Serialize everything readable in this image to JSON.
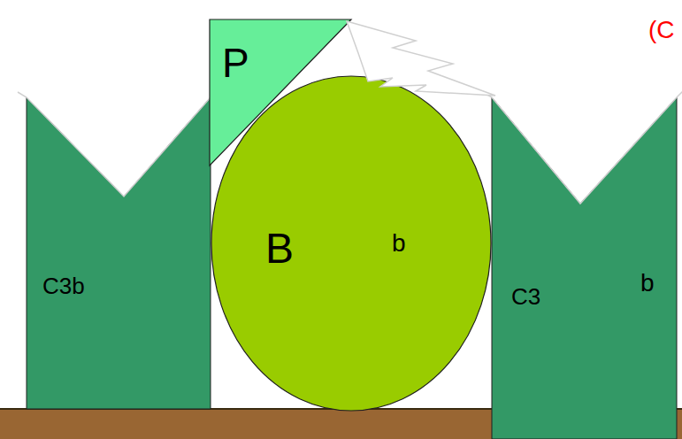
{
  "diagram": {
    "nodes": [
      {
        "text": [
          "C3b"
        ]
      },
      {
        "text": [
          "B",
          "b"
        ]
      },
      {
        "text": [
          "P"
        ]
      },
      {
        "text": [
          "C3",
          "b"
        ]
      }
    ],
    "labels": [
      "(C"
    ]
  }
}
